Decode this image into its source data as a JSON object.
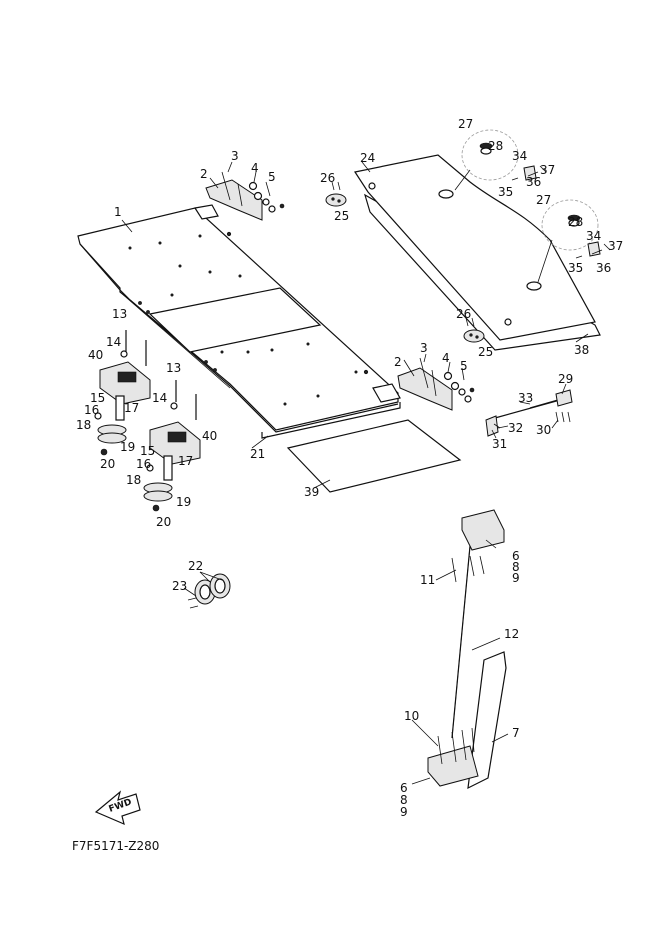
{
  "diagram_code": "F7F5171-Z280",
  "fwd_label": "FWD",
  "callouts": [
    {
      "id": "c1",
      "text": "1"
    },
    {
      "id": "c2a",
      "text": "2"
    },
    {
      "id": "c3a",
      "text": "3"
    },
    {
      "id": "c4a",
      "text": "4"
    },
    {
      "id": "c5a",
      "text": "5"
    },
    {
      "id": "c2b",
      "text": "2"
    },
    {
      "id": "c3b",
      "text": "3"
    },
    {
      "id": "c4b",
      "text": "4"
    },
    {
      "id": "c5b",
      "text": "5"
    },
    {
      "id": "c6a",
      "text": "6"
    },
    {
      "id": "c8a",
      "text": "8"
    },
    {
      "id": "c9a",
      "text": "9"
    },
    {
      "id": "c6b",
      "text": "6"
    },
    {
      "id": "c8b",
      "text": "8"
    },
    {
      "id": "c9b",
      "text": "9"
    },
    {
      "id": "c7",
      "text": "7"
    },
    {
      "id": "c10",
      "text": "10"
    },
    {
      "id": "c11",
      "text": "11"
    },
    {
      "id": "c12",
      "text": "12"
    },
    {
      "id": "c13a",
      "text": "13"
    },
    {
      "id": "c14a",
      "text": "14"
    },
    {
      "id": "c13b",
      "text": "13"
    },
    {
      "id": "c14b",
      "text": "14"
    },
    {
      "id": "c15a",
      "text": "15"
    },
    {
      "id": "c16a",
      "text": "16"
    },
    {
      "id": "c17a",
      "text": "17"
    },
    {
      "id": "c18a",
      "text": "18"
    },
    {
      "id": "c19a",
      "text": "19"
    },
    {
      "id": "c20a",
      "text": "20"
    },
    {
      "id": "c15b",
      "text": "15"
    },
    {
      "id": "c16b",
      "text": "16"
    },
    {
      "id": "c17b",
      "text": "17"
    },
    {
      "id": "c18b",
      "text": "18"
    },
    {
      "id": "c19b",
      "text": "19"
    },
    {
      "id": "c20b",
      "text": "20"
    },
    {
      "id": "c21",
      "text": "21"
    },
    {
      "id": "c22",
      "text": "22"
    },
    {
      "id": "c23",
      "text": "23"
    },
    {
      "id": "c24",
      "text": "24"
    },
    {
      "id": "c25a",
      "text": "25"
    },
    {
      "id": "c26a",
      "text": "26"
    },
    {
      "id": "c25b",
      "text": "25"
    },
    {
      "id": "c26b",
      "text": "26"
    },
    {
      "id": "c27a",
      "text": "27"
    },
    {
      "id": "c28a",
      "text": "28"
    },
    {
      "id": "c27b",
      "text": "27"
    },
    {
      "id": "c28b",
      "text": "28"
    },
    {
      "id": "c29",
      "text": "29"
    },
    {
      "id": "c30",
      "text": "30"
    },
    {
      "id": "c31",
      "text": "31"
    },
    {
      "id": "c32",
      "text": "32"
    },
    {
      "id": "c33",
      "text": "33"
    },
    {
      "id": "c34a",
      "text": "34"
    },
    {
      "id": "c35a",
      "text": "35"
    },
    {
      "id": "c36a",
      "text": "36"
    },
    {
      "id": "c37a",
      "text": "37"
    },
    {
      "id": "c34b",
      "text": "34"
    },
    {
      "id": "c35b",
      "text": "35"
    },
    {
      "id": "c36b",
      "text": "36"
    },
    {
      "id": "c37b",
      "text": "37"
    },
    {
      "id": "c38",
      "text": "38"
    },
    {
      "id": "c39",
      "text": "39"
    },
    {
      "id": "c40a",
      "text": "40"
    },
    {
      "id": "c40b",
      "text": "40"
    }
  ]
}
